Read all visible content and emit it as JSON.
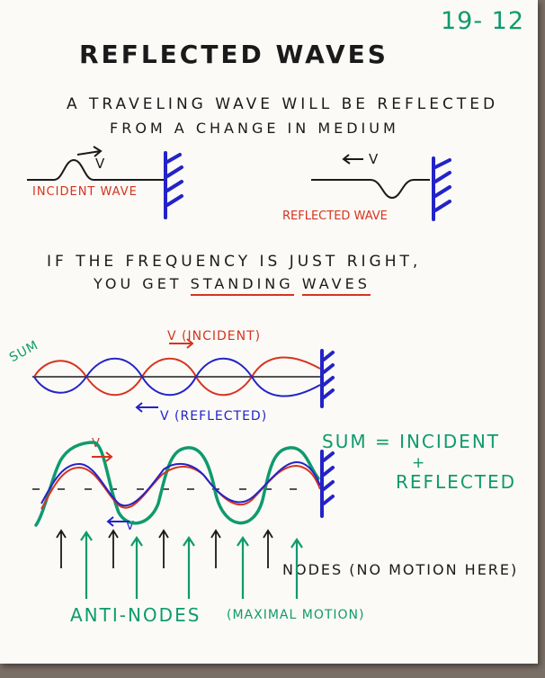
{
  "page_number": "19- 12",
  "title": "REFLECTED WAVES",
  "intro": {
    "line1": "A   TRAVELING  WAVE   WILL BE  REFLECTED",
    "line2": "FROM  A  CHANGE   IN  MEDIUM"
  },
  "incident_diagram": {
    "velocity_label": "V",
    "caption": "INCIDENT WAVE"
  },
  "reflected_diagram": {
    "velocity_label": "V",
    "caption": "REFLECTED WAVE"
  },
  "frequency": {
    "line1": "IF   THE   FREQUENCY  IS   JUST  RIGHT,",
    "line2_prefix": "YOU   GET  ",
    "standing": "STANDING",
    "waves": "WAVES"
  },
  "superposition": {
    "sum_label": "SUM",
    "incident_label": "V  (INCIDENT)",
    "reflected_label": "V  (REFLECTED)"
  },
  "standing_wave": {
    "v_incident": "V",
    "v_reflected": "V",
    "sum_line1": "SUM = INCIDENT",
    "sum_plus": "+",
    "sum_line2": "REFLECTED",
    "nodes_label": "NODES  (NO  MOTION  HERE)",
    "antinodes_label": "ANTI-NODES",
    "maximal_label": "(MAXIMAL MOTION)"
  },
  "colors": {
    "ink": "#1a1a1a",
    "red": "#d6341f",
    "blue": "#2323c8",
    "green": "#0f9a6e",
    "wall": "#2323c8"
  }
}
